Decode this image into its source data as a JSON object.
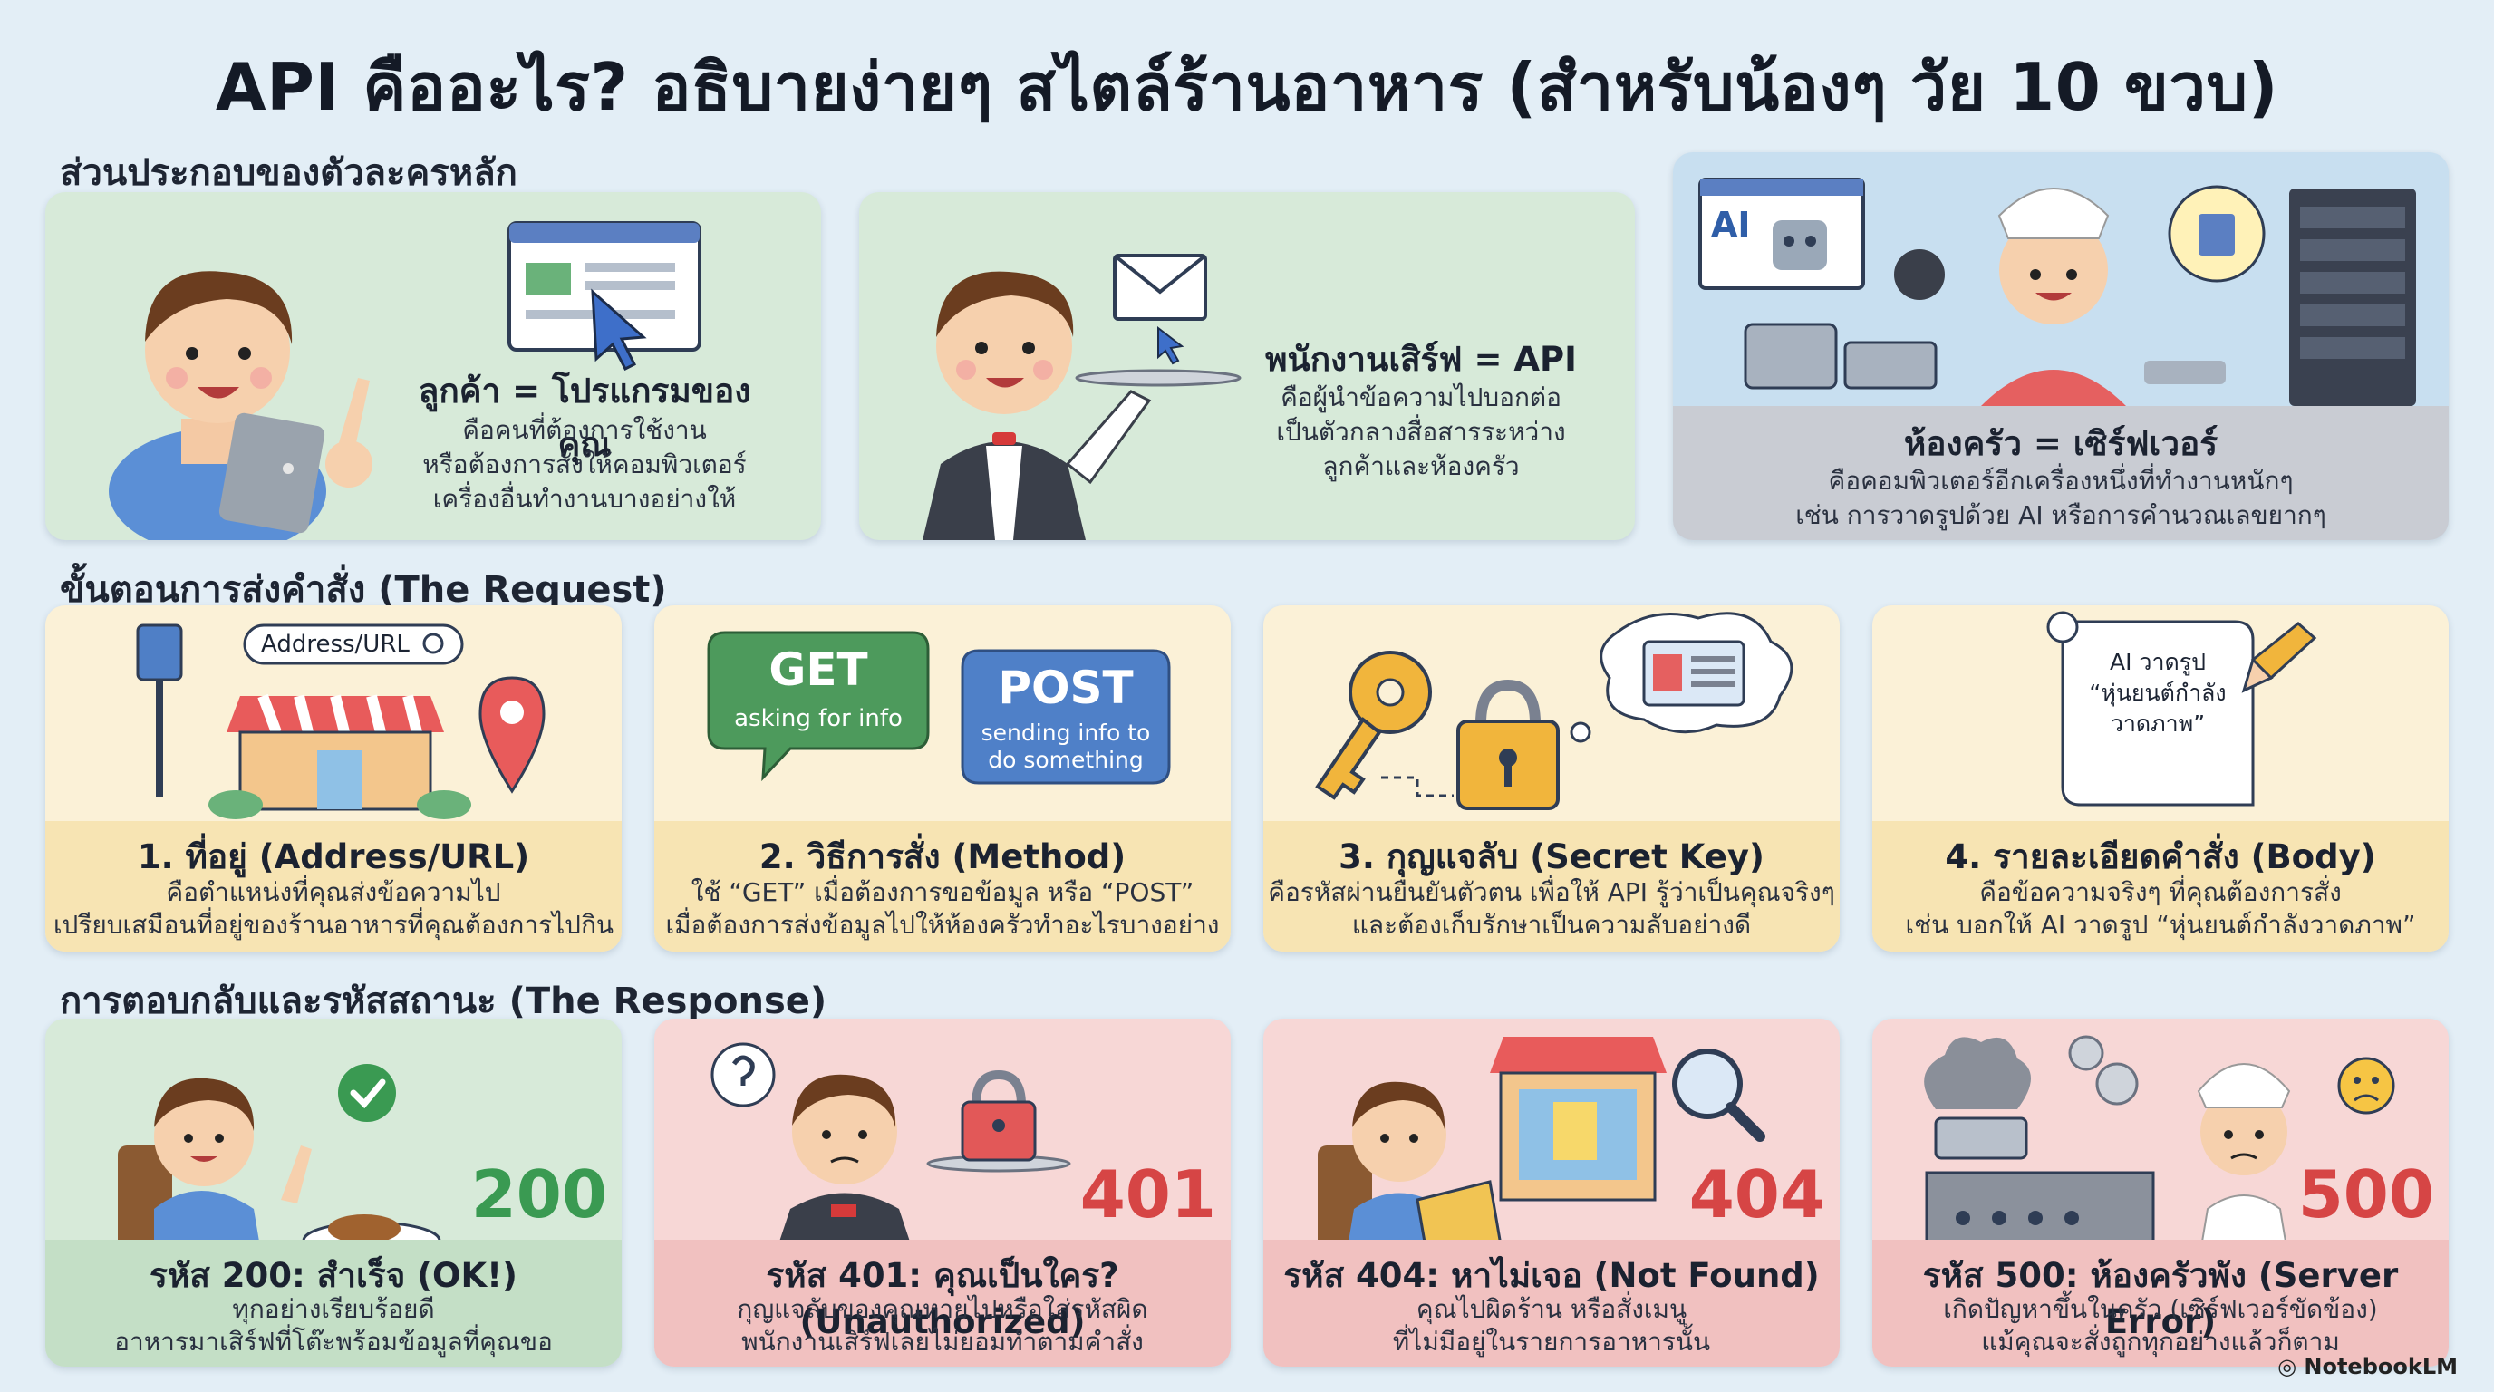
{
  "title": "API คืออะไร? อธิบายง่ายๆ สไตล์ร้านอาหาร (สำหรับน้องๆ วัย 10 ขวบ)",
  "sections": {
    "characters": "ส่วนประกอบของตัวละครหลัก",
    "request": "ขั้นตอนการส่งคำสั่ง (The Request)",
    "response": "การตอบกลับและรหัสสถานะ (The Response)"
  },
  "characters": [
    {
      "heading": "ลูกค้า = โปรแกรมของคุณ",
      "line1": "คือคนที่ต้องการใช้งาน",
      "line2": "หรือต้องการสั่งให้คอมพิวเตอร์",
      "line3": "เครื่องอื่นทำงานบางอย่างให้"
    },
    {
      "heading": "พนักงานเสิร์ฟ = API",
      "line1": "คือผู้นำข้อความไปบอกต่อ",
      "line2": "เป็นตัวกลางสื่อสารระหว่าง",
      "line3": "ลูกค้าและห้องครัว"
    },
    {
      "heading": "ห้องครัว = เซิร์ฟเวอร์",
      "line1": "คือคอมพิวเตอร์อีกเครื่องหนึ่งที่ทำงานหนักๆ",
      "line2": "เช่น การวาดรูปด้วย AI หรือการคำนวณเลขยากๆ",
      "ai_label": "AI"
    }
  ],
  "request": [
    {
      "heading": "1. ที่อยู่ (Address/URL)",
      "line1": "คือตำแหน่งที่คุณส่งข้อความไป",
      "line2": "เปรียบเสมือนที่อยู่ของร้านอาหารที่คุณต้องการไปกิน",
      "search_text": "Address/URL"
    },
    {
      "heading": "2. วิธีการสั่ง (Method)",
      "line1": "ใช้ “GET” เมื่อต้องการขอข้อมูล หรือ “POST”",
      "line2": "เมื่อต้องการส่งข้อมูลไปให้ห้องครัวทำอะไรบางอย่าง",
      "get_title": "GET",
      "get_sub": "asking for info",
      "post_title": "POST",
      "post_sub1": "sending info to",
      "post_sub2": "do something"
    },
    {
      "heading": "3. กุญแจลับ (Secret Key)",
      "line1": "คือรหัสผ่านยืนยันตัวตน เพื่อให้ API รู้ว่าเป็นคุณจริงๆ",
      "line2": "และต้องเก็บรักษาเป็นความลับอย่างดี"
    },
    {
      "heading": "4. รายละเอียดคำสั่ง (Body)",
      "line1": "คือข้อความจริงๆ ที่คุณต้องการสั่ง",
      "line2": "เช่น บอกให้ AI วาดรูป “หุ่นยนต์กำลังวาดภาพ”",
      "paper1": "AI วาดรูป",
      "paper2": "“หุ่นยนต์กำลัง",
      "paper3": "วาดภาพ”"
    }
  ],
  "response": [
    {
      "code": "200",
      "heading": "รหัส 200: สำเร็จ (OK!)",
      "line1": "ทุกอย่างเรียบร้อยดี",
      "line2": "อาหารมาเสิร์ฟที่โต๊ะพร้อมข้อมูลที่คุณขอ"
    },
    {
      "code": "401",
      "heading": "รหัส 401: คุณเป็นใคร? (Unauthorized)",
      "line1": "กุญแจลับของคุณหายไปหรือใส่รหัสผิด",
      "line2": "พนักงานเสิร์ฟเลยไม่ยอมทำตามคำสั่ง"
    },
    {
      "code": "404",
      "heading": "รหัส 404: หาไม่เจอ (Not Found)",
      "line1": "คุณไปผิดร้าน หรือสั่งเมนู",
      "line2": "ที่ไม่มีอยู่ในรายการอาหารนั้น"
    },
    {
      "code": "500",
      "heading": "รหัส 500: ห้องครัวพัง (Server Error)",
      "line1": "เกิดปัญหาขึ้นในครัว (เซิร์ฟเวอร์ขัดข้อง)",
      "line2": "แม้คุณจะสั่งถูกทุกอย่างแล้วก็ตาม"
    }
  ],
  "colors": {
    "success": "#3a9a52",
    "error": "#d64545"
  },
  "brand": "NotebookLM"
}
